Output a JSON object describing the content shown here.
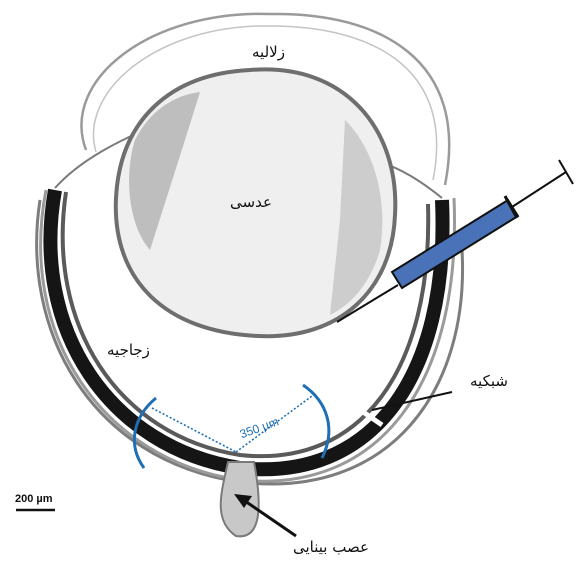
{
  "labels": {
    "aqueous": "زلالیه",
    "lens": "عدسی",
    "vitreous": "زجاجیه",
    "retina": "شبکیه",
    "optic_nerve": "عصب بینایی"
  },
  "measurement": "350 µm",
  "scale_bar": "200 µm",
  "colors": {
    "syringe_barrel": "#4a72b8",
    "measure_arc": "#1f6fb5",
    "retina_dark": "#151515",
    "tissue_gray": "#8a8a8a"
  }
}
